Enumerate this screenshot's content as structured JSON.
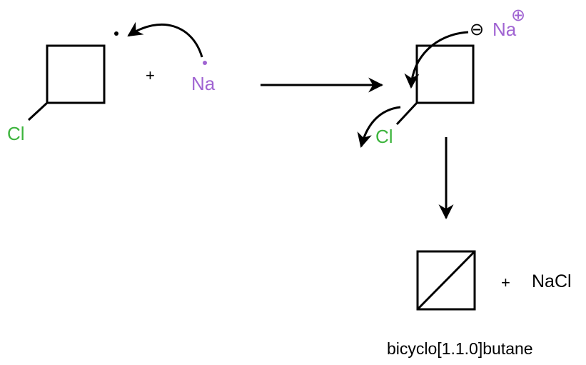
{
  "colors": {
    "chlorine": "#3cb43c",
    "sodium": "#a064d2",
    "bond": "#000000"
  },
  "reactant": {
    "substituent": "Cl",
    "radical_dot": "•"
  },
  "reagent": {
    "label": "Na",
    "plus": "+"
  },
  "intermediate": {
    "substituent": "Cl",
    "cation": "Na",
    "anion_charge": "⊖",
    "cation_charge": "⊕"
  },
  "product": {
    "plus": "+",
    "byproduct": "NaCl",
    "name": "bicyclo[1.1.0]butane"
  }
}
